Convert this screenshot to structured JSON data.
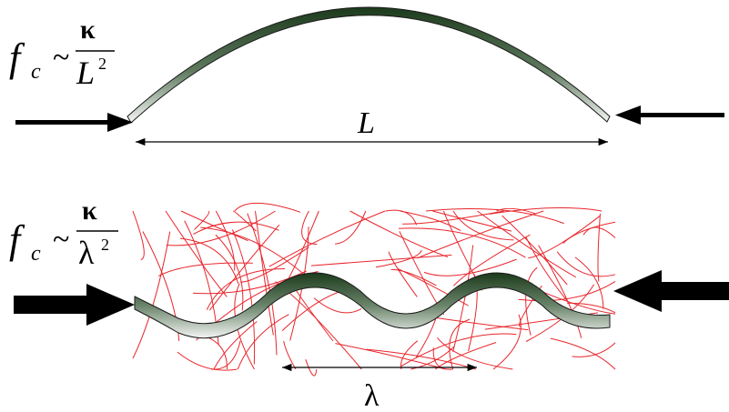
{
  "top_panel": {
    "formula": {
      "lhs_symbol": "f",
      "lhs_subscript": "c",
      "relation": "~",
      "numerator": "κ",
      "denominator_base": "L",
      "denominator_exponent": "2"
    },
    "span_label": "L"
  },
  "bottom_panel": {
    "formula": {
      "lhs_symbol": "f",
      "lhs_subscript": "c",
      "relation": "~",
      "numerator": "κ",
      "denominator_base": "λ",
      "denominator_exponent": "2"
    },
    "span_label": "λ"
  },
  "colors": {
    "filament_dark": "#1c3a1c",
    "filament_light": "#f4f6f4",
    "network_lines": "#e8262c",
    "arrows": "#000000"
  }
}
